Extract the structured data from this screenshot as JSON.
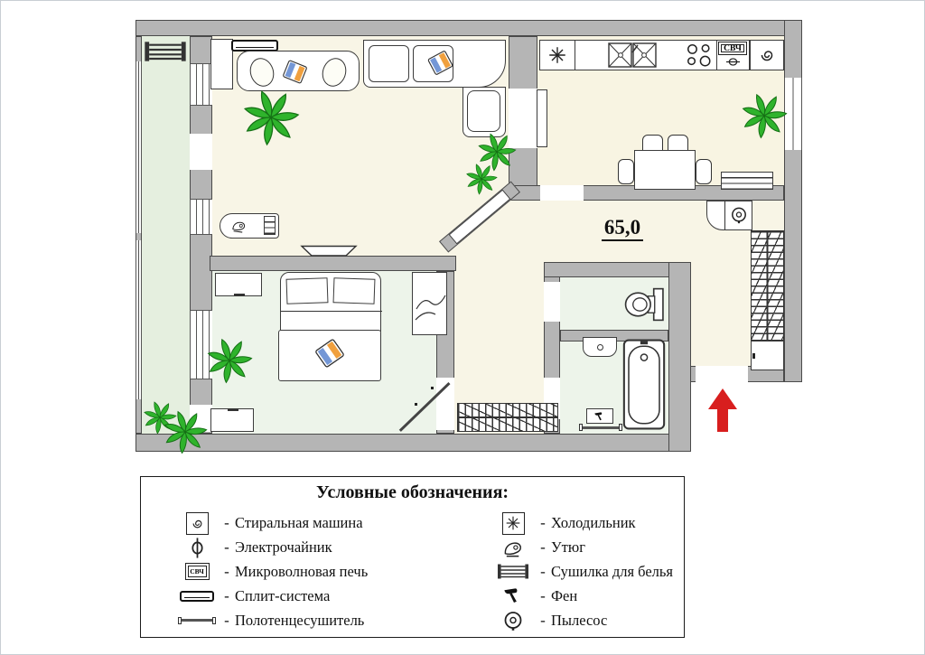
{
  "plan": {
    "area_label": "65,0",
    "microwave_label": "СВЧ"
  },
  "legend": {
    "title": "Условные обозначения:",
    "dash": "-",
    "left": [
      {
        "icon": "washing-machine-icon",
        "label": "Стиральная машина"
      },
      {
        "icon": "kettle-icon",
        "label": "Электрочайник"
      },
      {
        "icon": "microwave-icon",
        "label": "Микроволновая печь"
      },
      {
        "icon": "split-system-icon",
        "label": "Сплит-система"
      },
      {
        "icon": "towel-dryer-icon",
        "label": "Полотенцесушитель"
      }
    ],
    "right": [
      {
        "icon": "fridge-icon",
        "label": "Холодильник"
      },
      {
        "icon": "iron-icon",
        "label": "Утюг"
      },
      {
        "icon": "drying-rack-icon",
        "label": "Сушилка для белья"
      },
      {
        "icon": "hair-dryer-icon",
        "label": "Фен"
      },
      {
        "icon": "vacuum-icon",
        "label": "Пылесос"
      }
    ]
  },
  "colors": {
    "wall": "#b5b5b5",
    "wall_line": "#4a4a4a",
    "floor_cream": "#f8f5e6",
    "floor_kitchen": "#f8f4e2",
    "floor_mint": "#edf4ea",
    "floor_balcony": "#e5efdf",
    "plant_green": "#2fb32c",
    "arrow_red": "#d81e1e"
  }
}
